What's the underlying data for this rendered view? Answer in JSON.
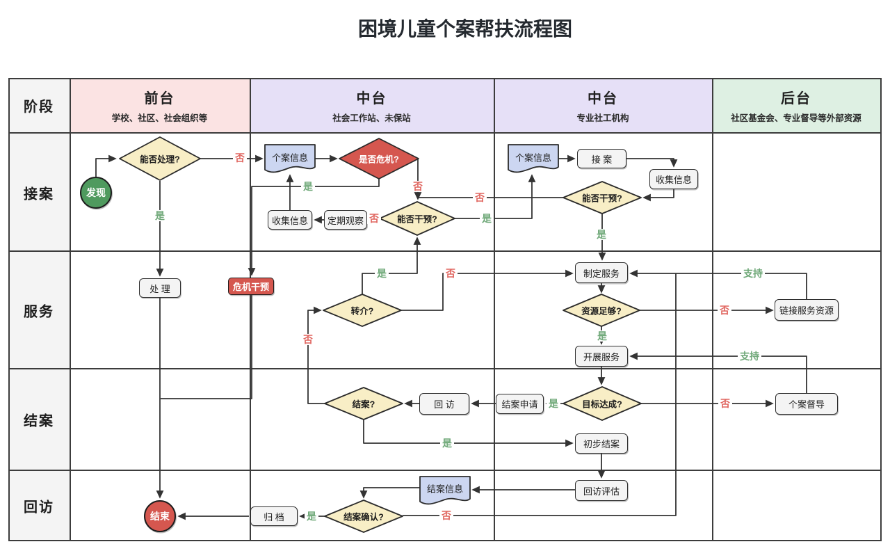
{
  "title": "困境儿童个案帮扶流程图",
  "header": {
    "stage_label": "阶段",
    "lanes": [
      {
        "title": "前台",
        "subtitle": "学校、社区、社会组织等"
      },
      {
        "title": "中台",
        "subtitle": "社会工作站、未保站"
      },
      {
        "title": "中台",
        "subtitle": "专业社工机构"
      },
      {
        "title": "后台",
        "subtitle": "社区基金会、专业督导等外部资源"
      }
    ]
  },
  "rows": [
    {
      "label": "接案"
    },
    {
      "label": "服务"
    },
    {
      "label": "结案"
    },
    {
      "label": "回访"
    }
  ],
  "nodes": {
    "start": "发现",
    "can_handle": "能否处理?",
    "handle": "处 理",
    "case_info_mid": "个案信息",
    "is_crisis": "是否危机?",
    "crisis_intervention": "危机干预",
    "collect_info_mid": "收集信息",
    "periodic_observe": "定期观察",
    "can_intervene_mid": "能否干预?",
    "refer": "转介?",
    "case_info_right": "个案信息",
    "accept_case": "接 案",
    "collect_info_right": "收集信息",
    "can_intervene_right": "能否干预?",
    "make_plan": "制定服务",
    "enough_resource": "资源足够?",
    "do_service": "开展服务",
    "link_resource": "链接服务资源",
    "goal_achieved": "目标达成?",
    "close_apply": "结案申请",
    "revisit": "回 访",
    "close_q": "结案?",
    "pre_close": "初步结案",
    "supervise": "个案督导",
    "revisit_eval": "回访评估",
    "close_info": "结案信息",
    "close_confirm": "结案确认?",
    "archive": "归 档",
    "end": "结束"
  },
  "edges": [
    {
      "text": "否"
    },
    {
      "text": "是"
    },
    {
      "text": "是"
    },
    {
      "text": "否"
    },
    {
      "text": "否"
    },
    {
      "text": "是"
    },
    {
      "text": "否"
    },
    {
      "text": "是"
    },
    {
      "text": "是"
    },
    {
      "text": "否"
    },
    {
      "text": "否"
    },
    {
      "text": "支持"
    },
    {
      "text": "否"
    },
    {
      "text": "是"
    },
    {
      "text": "支持"
    },
    {
      "text": "是"
    },
    {
      "text": "否"
    },
    {
      "text": "是"
    },
    {
      "text": "是"
    },
    {
      "text": "否"
    }
  ],
  "colors": {
    "front_header": "#fbe3e3",
    "middle_header": "#e6e0f7",
    "back_header": "#def0e3",
    "stage_cell": "#f4f4f4",
    "diamond_fill": "#f8eec6",
    "danger_red": "#d5574f",
    "start_green": "#4f9a5e",
    "document_blue": "#ccd6f1",
    "process_gray": "#f4f4f4",
    "yes_label_green": "#6fa878",
    "no_label_red": "#e0655f",
    "line": "#333333"
  }
}
